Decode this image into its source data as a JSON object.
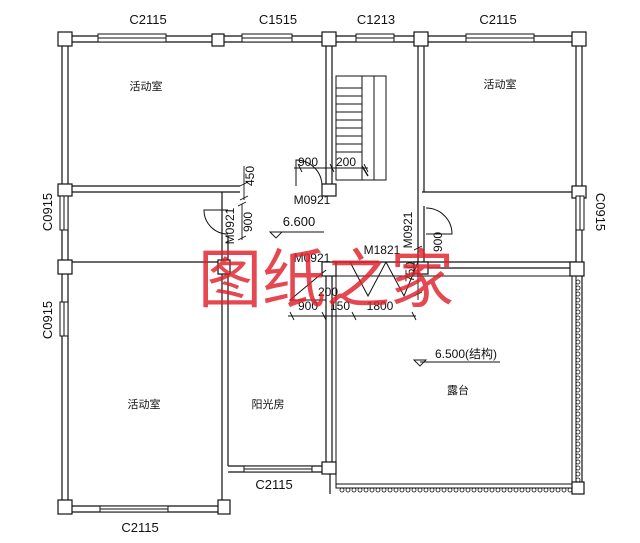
{
  "windows": {
    "top_left": "C2115",
    "top_mid": "C1515",
    "top_stair": "C1213",
    "top_right": "C2115",
    "left_upper": "C0915",
    "left_lower": "C0915",
    "right_side": "C0915",
    "bottom_sunroom": "C2115",
    "bottom_left": "C2115"
  },
  "doors": {
    "stair_door": "M0921",
    "left_door": "M0921",
    "mid_door": "M0921",
    "right_door": "M0921",
    "terrace_door": "M1821"
  },
  "dimensions": {
    "d900_a": "900",
    "d200_a": "200",
    "d450": "450",
    "d900_b": "900",
    "d900_c": "900",
    "d200_b": "200",
    "d900_d": "900",
    "d150": "150",
    "d1800": "1800",
    "d750": "750"
  },
  "rooms": {
    "activity_top_left": "活动室",
    "activity_top_right": "活动室",
    "activity_bottom_left": "活动室",
    "sunroom": "阳光房",
    "terrace": "露台"
  },
  "elevations": {
    "floor": "6.600",
    "terrace": "6.500(结构)"
  },
  "watermark": "图纸之家",
  "colors": {
    "line": "#111111",
    "watermark": "#e0202a"
  }
}
